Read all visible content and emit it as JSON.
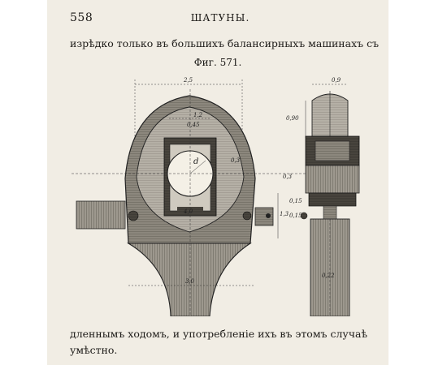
{
  "header": {
    "page_number": "558",
    "running_title": "ШАТУНЫ."
  },
  "text": {
    "line_top": "изрѣдко только въ большихъ балансирныхъ машинахъ съ",
    "line_bottom_1": "дленнымъ ходомъ, и употребленіе ихъ въ этомъ случаѣ",
    "line_bottom_2": "умѣстно."
  },
  "figure": {
    "caption": "Фиг. 571.",
    "dimensions": {
      "top_width": "2,5",
      "inner_width": "1,2",
      "inner_small": "0,45",
      "bore": "d",
      "side_small": "0,3",
      "block_label": "4,0",
      "side_height": "1,3",
      "bottom_width": "3,0",
      "right_top_width": "0,9",
      "right_height": "0,90",
      "right_gap": "0,3",
      "right_bolt_a": "0,15",
      "right_bolt_b": "0,15",
      "rod_width": "0,22"
    }
  }
}
